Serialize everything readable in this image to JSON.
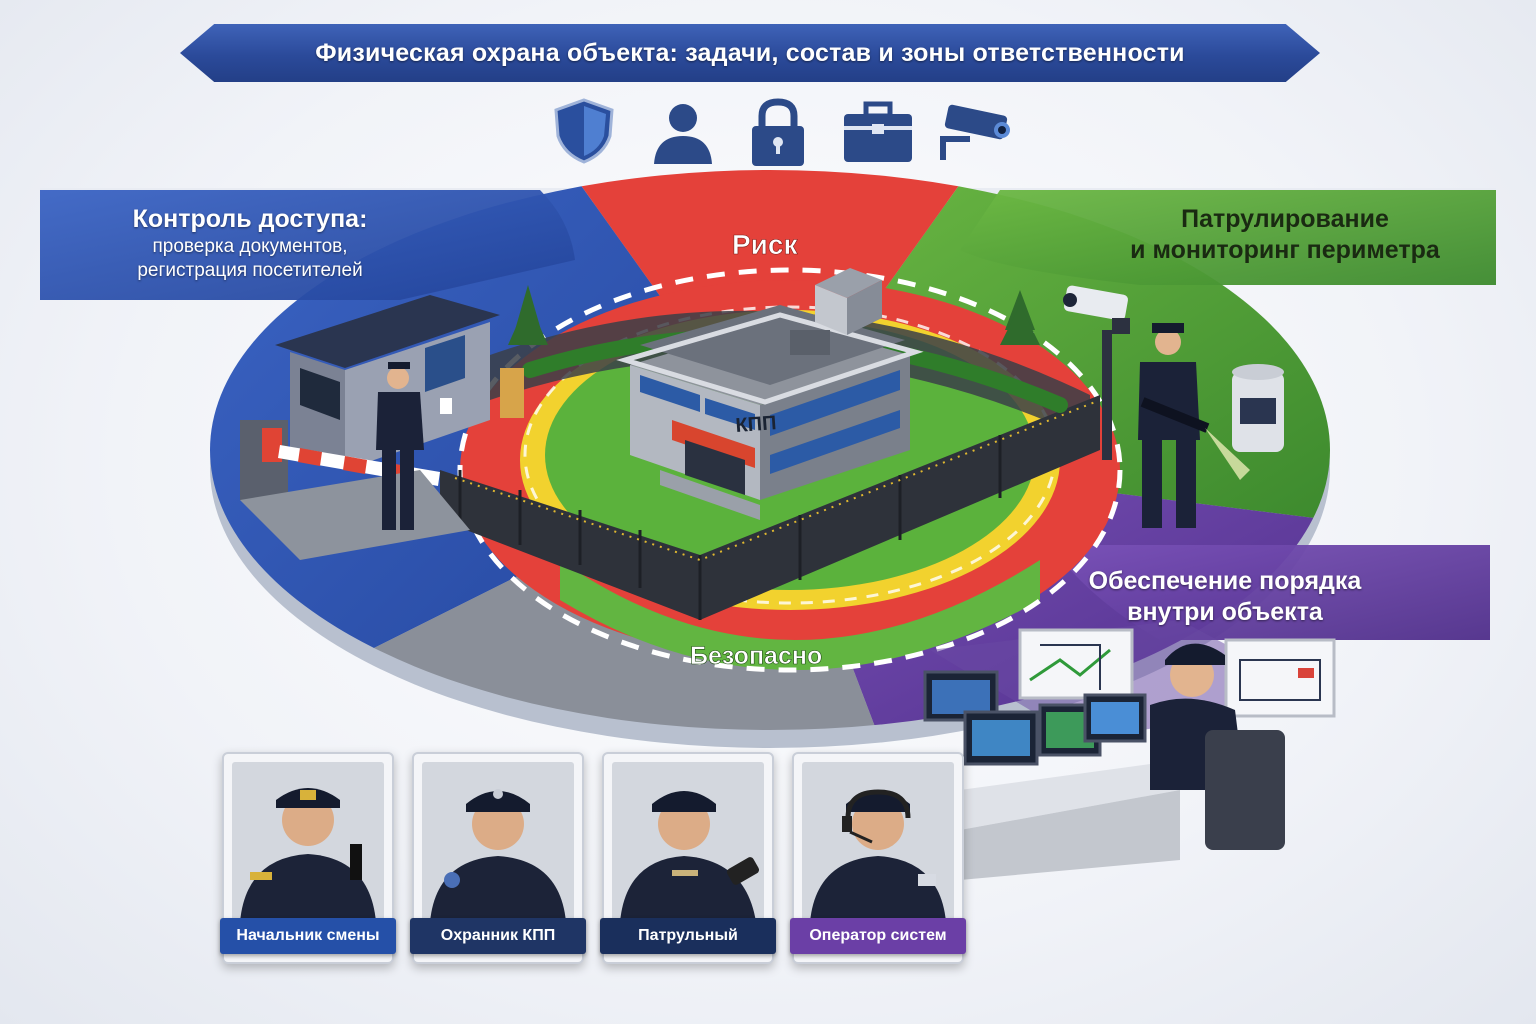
{
  "title": "Физическая охрана объекта: задачи, состав и зоны ответственности",
  "icons": [
    "shield-icon",
    "person-icon",
    "lock-icon",
    "briefcase-icon",
    "camera-icon"
  ],
  "zones": {
    "access": {
      "heading": "Контроль доступа:",
      "line1": "проверка документов,",
      "line2": "регистрация посетителей",
      "color": "#2d56b5"
    },
    "patrol": {
      "line1": "Патрулирование",
      "line2": "и мониторинг периметра",
      "color": "#4f9a3a"
    },
    "order": {
      "line1": "Обеспечение порядка",
      "line2": "внутри объекта",
      "color": "#6a3fa5"
    }
  },
  "rings": {
    "risk": "Риск",
    "safe": "Безопасно"
  },
  "building_sign": "КПП",
  "staff": [
    {
      "role": "Начальник смены",
      "color": "#2550a8"
    },
    {
      "role": "Охранник КПП",
      "color": "#1f3565"
    },
    {
      "role": "Патрульный",
      "color": "#1a2f5c"
    },
    {
      "role": "Оператор систем",
      "color": "#6b3fa6"
    }
  ]
}
